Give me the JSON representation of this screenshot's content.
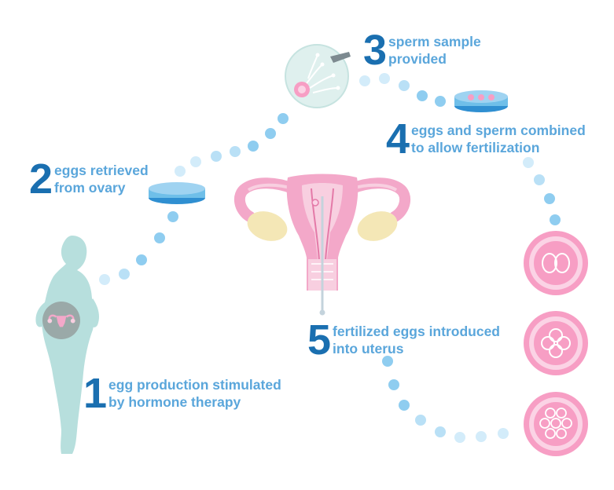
{
  "colors": {
    "dot": "#9fd3f1",
    "dot_light": "#d3ecfa",
    "number": "#1a6fb0",
    "label": "#5aa6db",
    "silhouette": "#b7dfdd",
    "uterus_pink": "#f3a8c9",
    "uterus_pale": "#f8cfe0",
    "ovary": "#f4e7b6",
    "dish": "#6fbfe9",
    "embryo_outer": "#f79ec4",
    "embryo_inner": "#fbd3e5"
  },
  "steps": [
    {
      "number": "1",
      "line1": "egg production stimulated",
      "line2": "by hormone therapy"
    },
    {
      "number": "2",
      "line1": "eggs retrieved",
      "line2": "from ovary"
    },
    {
      "number": "3",
      "line1": "sperm sample",
      "line2": "provided"
    },
    {
      "number": "4",
      "line1": "eggs and sperm combined",
      "line2": "to allow fertilization"
    },
    {
      "number": "5",
      "line1": "fertilized eggs introduced",
      "line2": "into uterus"
    }
  ],
  "icons": {
    "woman": "woman-silhouette-icon",
    "uterus": "uterus-icon",
    "dish": "petri-dish-icon",
    "sperm": "sperm-sample-icon",
    "embryo": "embryo-icon"
  }
}
